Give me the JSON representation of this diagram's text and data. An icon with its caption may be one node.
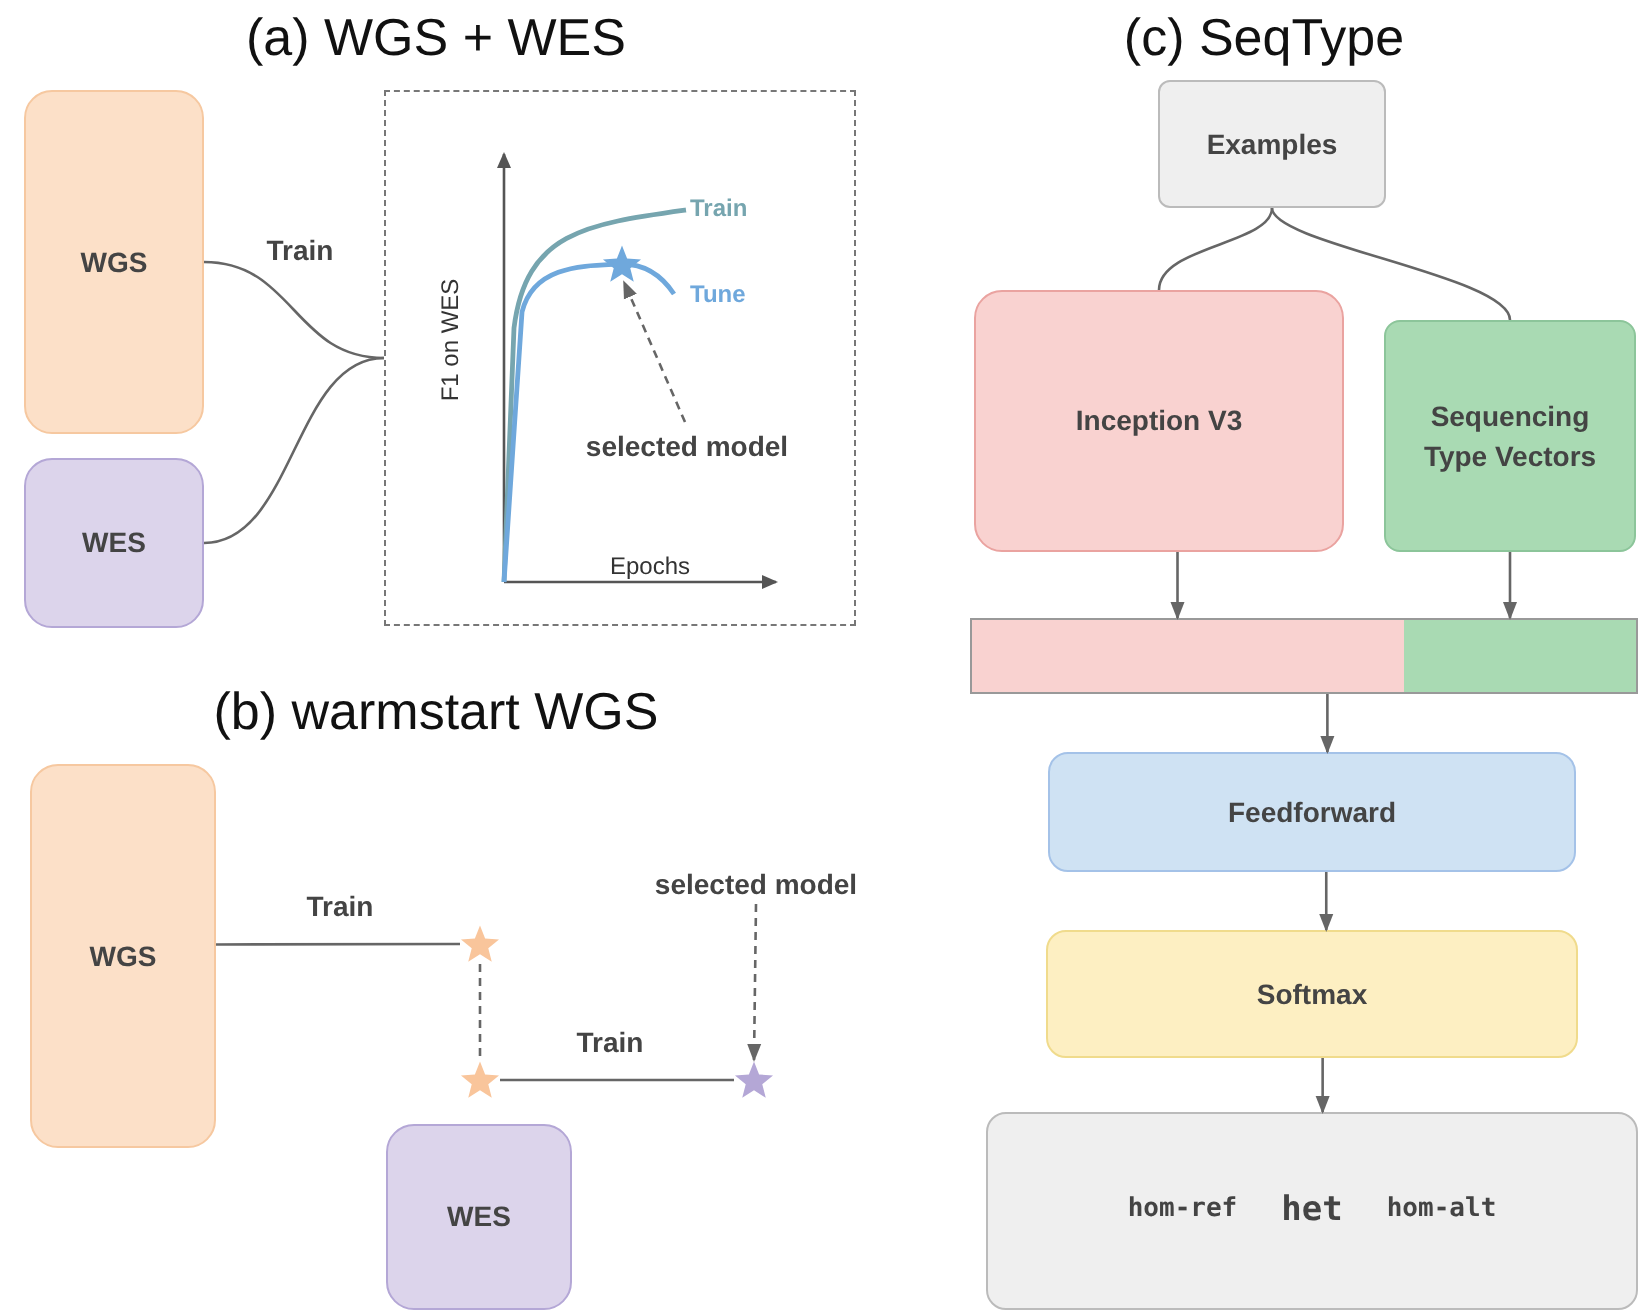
{
  "diagram": {
    "nodes": [
      {
        "text": [
          "WGS"
        ]
      },
      {
        "text": [
          "WES"
        ]
      },
      {
        "text": [],
        "shape": "box"
      },
      {
        "text": [
          "selected model"
        ],
        "in": 2
      },
      {
        "text": [],
        "shape": "star",
        "in": 2
      },
      {
        "text": [
          "WGS"
        ]
      },
      {
        "text": [
          "WES"
        ]
      },
      {
        "text": [],
        "shape": "star"
      },
      {
        "text": [],
        "shape": "star"
      },
      {
        "text": [],
        "shape": "star"
      },
      {
        "text": [
          "selected model"
        ]
      },
      {
        "text": [
          "Examples"
        ]
      },
      {
        "text": [
          "Inception V3"
        ]
      },
      {
        "text": [
          "Sequencing Type Vectors"
        ]
      },
      {
        "text": [],
        "shape": "bar"
      },
      {
        "text": [
          "Feedforward"
        ]
      },
      {
        "text": [
          "Softmax"
        ]
      },
      {
        "text": [
          "hom-ref",
          "het",
          "hom-alt"
        ]
      }
    ],
    "edges": [
      {
        "from": 0,
        "to": 2,
        "arrow": "none",
        "label": "Train"
      },
      {
        "from": 1,
        "to": 2,
        "arrow": "none"
      },
      {
        "from": 3,
        "to": 4,
        "arrow": "to",
        "style": "dashed"
      },
      {
        "from": 5,
        "to": 7,
        "arrow": "none",
        "label": "Train"
      },
      {
        "from": 7,
        "to": 8,
        "arrow": "none",
        "style": "dashed"
      },
      {
        "from": 8,
        "to": 9,
        "arrow": "none",
        "label": "Train"
      },
      {
        "from": 10,
        "to": 9,
        "arrow": "to",
        "style": "dashed"
      },
      {
        "from": 11,
        "to": 12,
        "arrow": "none"
      },
      {
        "from": 11,
        "to": 13,
        "arrow": "none"
      },
      {
        "from": 12,
        "to": 14,
        "arrow": "to"
      },
      {
        "from": 13,
        "to": 14,
        "arrow": "to"
      },
      {
        "from": 14,
        "to": 15,
        "arrow": "to"
      },
      {
        "from": 15,
        "to": 16,
        "arrow": "to"
      },
      {
        "from": 16,
        "to": 17,
        "arrow": "to"
      }
    ],
    "labels": [
      "(a) WGS + WES",
      "F1 on WES",
      "Train",
      "Tune",
      "Epochs",
      "(b) warmstart WGS",
      "(c) SeqType"
    ]
  }
}
